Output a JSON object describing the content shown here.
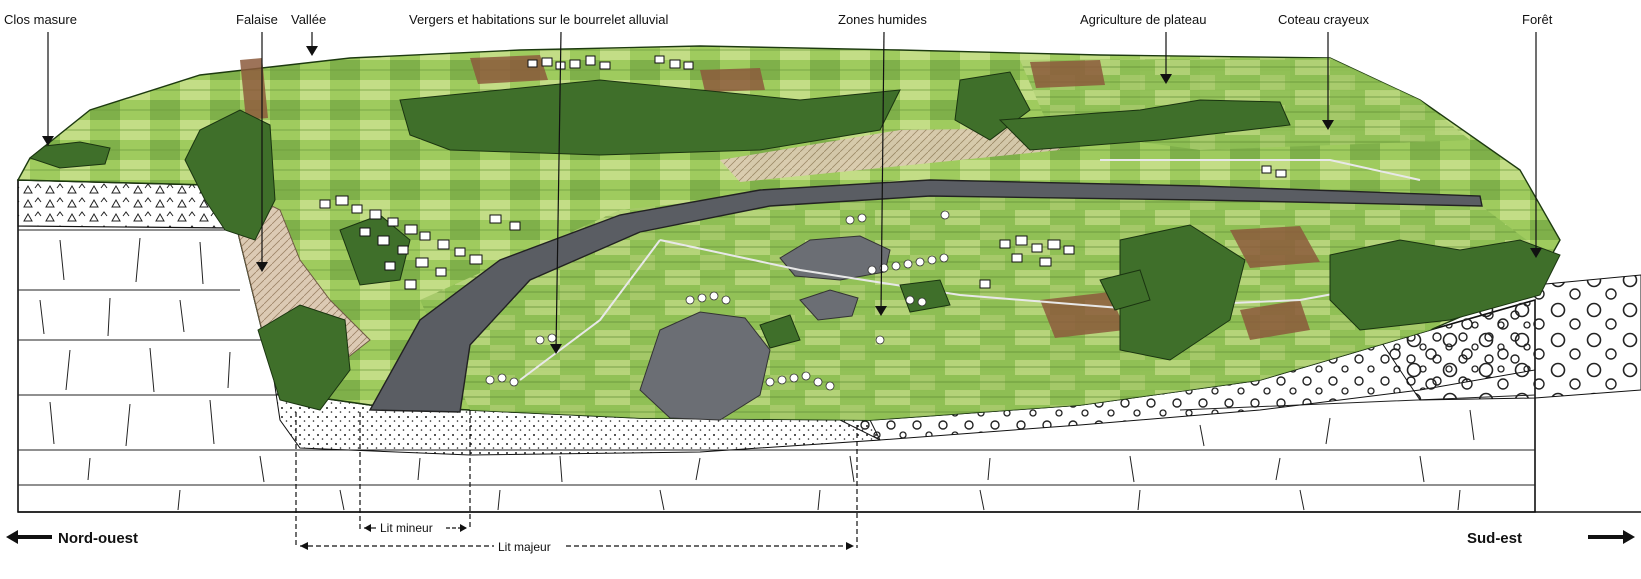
{
  "labels": {
    "clos_masure": "Clos masure",
    "falaise": "Falaise",
    "vallee": "Vallée",
    "vergers": "Vergers et habitations sur le bourrelet alluvial",
    "zones_humides": "Zones humides",
    "agriculture_plateau": "Agriculture de plateau",
    "coteau_crayeux": "Coteau crayeux",
    "foret": "Forêt",
    "lit_mineur": "Lit mineur",
    "lit_majeur": "Lit majeur"
  },
  "directions": {
    "west": "Nord-ouest",
    "east": "Sud-est"
  },
  "colors": {
    "chalk": "#ffffff",
    "field_light": "#b9d77a",
    "field_mid": "#8fbf55",
    "field_dark": "#5f9a34",
    "forest": "#3f6f2a",
    "river": "#5a5d63",
    "pond": "#6b6e74",
    "cliff": "#d8c8b4",
    "plowed": "#8c5a3c"
  }
}
